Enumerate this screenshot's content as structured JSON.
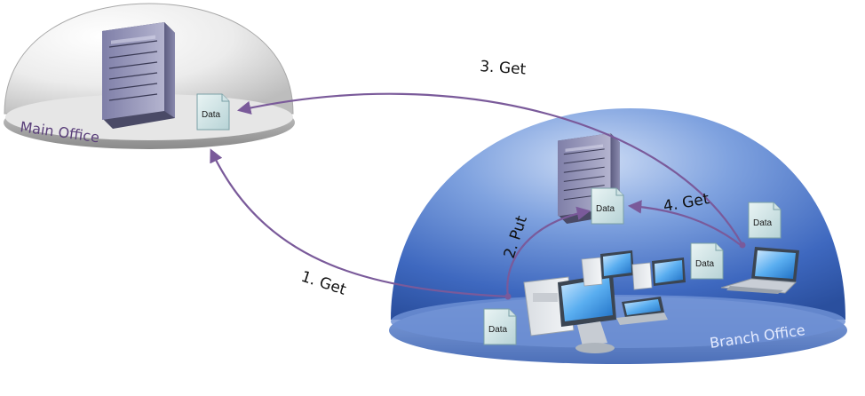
{
  "domes": {
    "main": {
      "label": "Main Office"
    },
    "branch": {
      "label": "Branch Office"
    }
  },
  "arrows": {
    "get1": "1. Get",
    "put2": "2. Put",
    "get3": "3. Get",
    "get4": "4. Get"
  },
  "docs": {
    "label": "Data"
  },
  "colors": {
    "arrow": "#7a5a9a",
    "branch_dome": "#3f6fc4",
    "main_dome": "#d9d9d9"
  }
}
